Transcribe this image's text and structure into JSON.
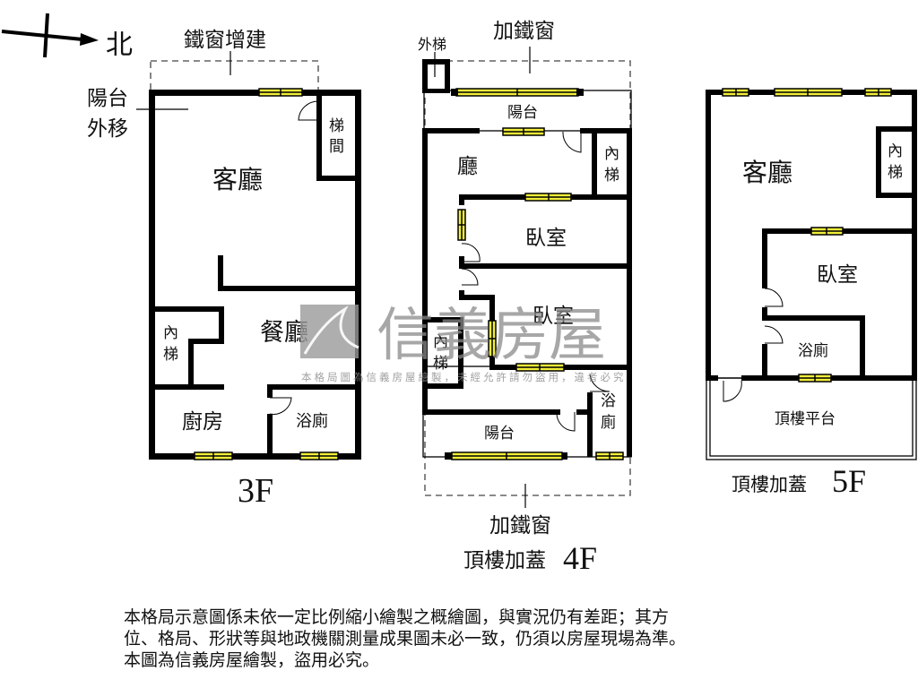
{
  "compass": {
    "label": "北",
    "icon": "north-arrow-icon"
  },
  "floors": [
    {
      "id": "3F",
      "label": "3F",
      "annotations": {
        "top": "鐵窗增建",
        "left_line1": "陽台",
        "left_line2": "外移"
      },
      "rooms": {
        "living": "客廳",
        "stair_line1": "梯",
        "stair_line2": "間",
        "dining": "餐廳",
        "inner_stair_line1": "內",
        "inner_stair_line2": "梯",
        "kitchen": "廚房",
        "bathroom": "浴廁"
      }
    },
    {
      "id": "4F",
      "label_prefix": "頂樓加蓋",
      "label": "4F",
      "annotations": {
        "top": "加鐵窗",
        "outer_stair": "外梯",
        "bottom": "加鐵窗"
      },
      "rooms": {
        "balcony_top": "陽台",
        "hall": "廳",
        "inner_stair_line1": "內",
        "inner_stair_line2": "梯",
        "bedroom1": "臥室",
        "bedroom2": "臥室",
        "inner_stair2_line1": "內",
        "inner_stair2_line2": "梯",
        "bath_line1": "浴",
        "bath_line2": "廁",
        "balcony_bottom": "陽台"
      }
    },
    {
      "id": "5F",
      "label_prefix": "頂樓加蓋",
      "label": "5F",
      "rooms": {
        "living": "客廳",
        "inner_stair_line1": "內",
        "inner_stair_line2": "梯",
        "bedroom": "臥室",
        "bathroom": "浴廁",
        "rooftop": "頂樓平台"
      }
    }
  ],
  "watermark": {
    "brand": "信義房屋",
    "notice": "本格局圖為信義房屋繪製，未經允許請勿盜用，違者必究"
  },
  "disclaimer": {
    "line1": "本格局示意圖係未依一定比例縮小繪製之概繪圖，與實況仍有差距；其方",
    "line2": "位、格局、形狀等與地政機關測量成果圖未必一致，仍須以房屋現場為準。",
    "line3": "本圖為信義房屋繪製，盜用必究。"
  },
  "colors": {
    "wall": "#000000",
    "window": "#f2ee3a",
    "watermark": "#8a8a8a"
  }
}
